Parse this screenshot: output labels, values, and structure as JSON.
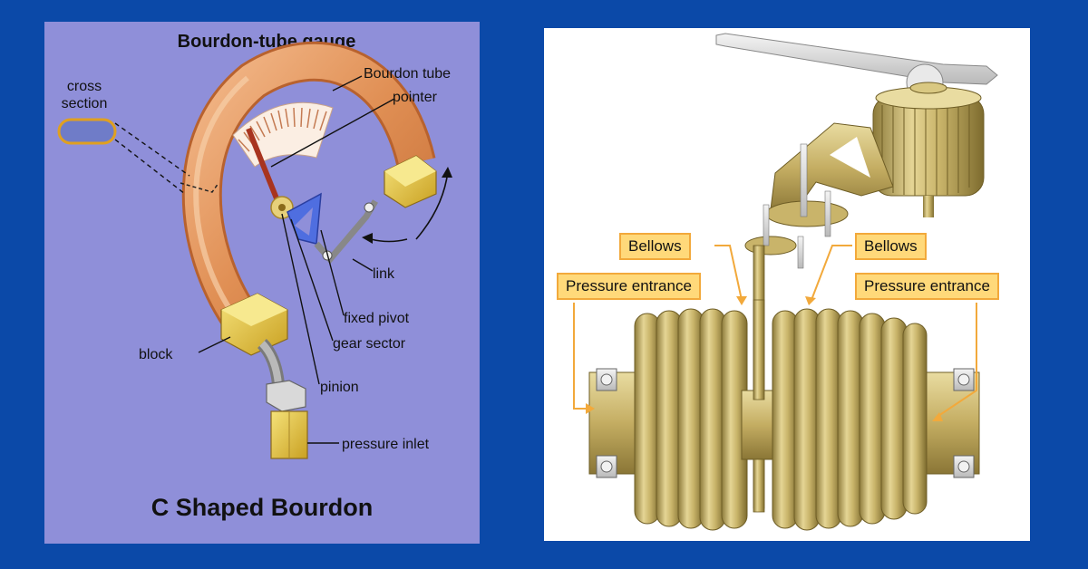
{
  "left": {
    "title": "Bourdon-tube gauge",
    "caption": "C Shaped Bourdon",
    "labels": {
      "cross_section": [
        "cross",
        "section"
      ],
      "bourdon_tube": "Bourdon tube",
      "pointer": "pointer",
      "link": "link",
      "fixed_pivot": "fixed pivot",
      "gear_sector": "gear sector",
      "block": "block",
      "pinion": "pinion",
      "pressure_inlet": "pressure inlet"
    }
  },
  "right": {
    "labels": {
      "bellows_left": "Bellows",
      "bellows_right": "Bellows",
      "pressure_entrance_left": "Pressure entrance",
      "pressure_entrance_right": "Pressure entrance"
    }
  },
  "colors": {
    "background": "#0b49a8",
    "left_panel": "#8f8fd9",
    "copper": "#e0945a",
    "brass": "#c9b46a",
    "callout_fill": "#ffd97a",
    "callout_border": "#f2a93b"
  }
}
